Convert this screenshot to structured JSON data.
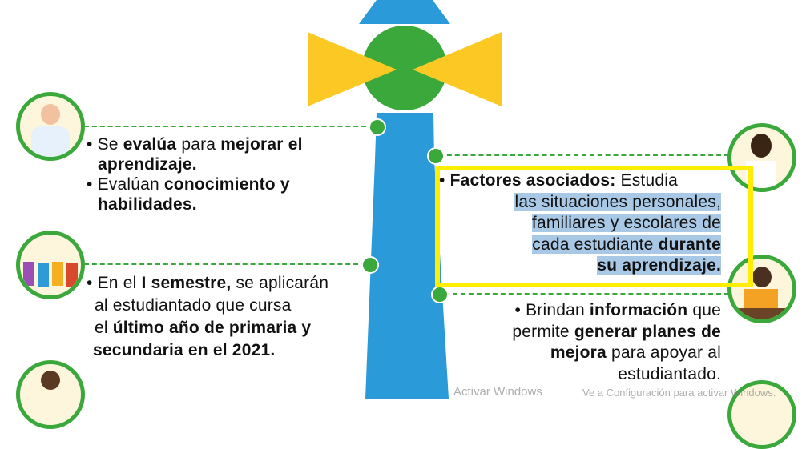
{
  "left": {
    "block1": {
      "l1a": "• Se ",
      "l1b": "evalúa",
      "l1c": " para ",
      "l1d": "mejorar el",
      "l2": "aprendizaje.",
      "l3a": "• Evalúan ",
      "l3b": "conocimiento y",
      "l4": "habilidades."
    },
    "block2": {
      "l1a": "• En el ",
      "l1b": "I semestre,",
      "l1c": " se aplicarán",
      "l2": "al estudiantado que cursa",
      "l3a": "el ",
      "l3b": "último año de primaria y",
      "l4": "secundaria en el  2021."
    }
  },
  "right": {
    "block1": {
      "l1a": "• ",
      "l1b": "Factores asociados:",
      "l1c": " Estudia",
      "l2": "las situaciones personales,",
      "l3": "familiares y escolares de",
      "l4a": "cada estudiante ",
      "l4b": "durante",
      "l5": "su aprendizaje."
    },
    "block2": {
      "l1a": "• Brindan ",
      "l1b": "información",
      "l1c": " que",
      "l2a": "permite ",
      "l2b": "generar planes de",
      "l3a": "mejora",
      "l3b": " para apoyar al",
      "l4": "estudiantado."
    }
  },
  "watermark": {
    "title": "Activar Windows",
    "subtitle": "Ve a Configuración para activar Windows."
  },
  "colors": {
    "blue": "#2b9ad8",
    "green": "#3aa83a",
    "yellow": "#fcc824",
    "highlight_box": "#ffee00",
    "text_highlight": "#a8c8e6"
  }
}
